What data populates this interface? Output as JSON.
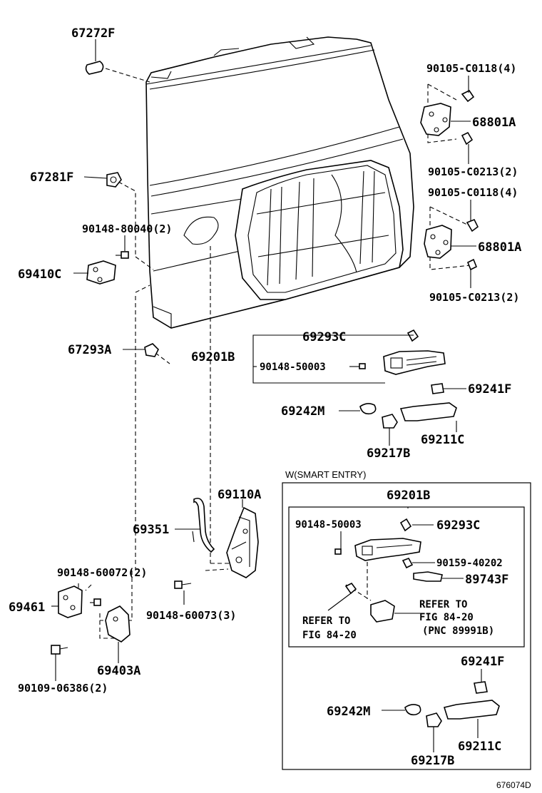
{
  "labels": {
    "p67272F": "67272F",
    "p67281F": "67281F",
    "p90148_80040": "90148-80040(2)",
    "p69410C": "69410C",
    "p67293A": "67293A",
    "p90105_C0118_a": "90105-C0118(4)",
    "p68801A_a": "68801A",
    "p90105_C0213_a": "90105-C0213(2)",
    "p90105_C0118_b": "90105-C0118(4)",
    "p68801A_b": "68801A",
    "p90105_C0213_b": "90105-C0213(2)",
    "p69293C": "69293C",
    "p69201B": "69201B",
    "p90148_50003": "90148-50003",
    "p69241F": "69241F",
    "p69242M": "69242M",
    "p69211C": "69211C",
    "p69217B": "69217B",
    "p69110A": "69110A",
    "p69351": "69351",
    "p90148_60072": "90148-60072(2)",
    "p69461": "69461",
    "p90148_60073": "90148-60073(3)",
    "p69403A": "69403A",
    "p90109_06386": "90109-06386(2)"
  },
  "smart_entry": {
    "header": "W(SMART ENTRY)",
    "p69201B": "69201B",
    "p90148_50003": "90148-50003",
    "p69293C": "69293C",
    "p90159_40202": "90159-40202",
    "p89743F": "89743F",
    "refer_left_1": "REFER TO",
    "refer_left_2": "FIG 84-20",
    "refer_right_1": "REFER TO",
    "refer_right_2": "FIG 84-20",
    "refer_right_3": "(PNC 89991B)",
    "p69241F": "69241F",
    "p69242M": "69242M",
    "p69211C": "69211C",
    "p69217B": "69217B"
  },
  "figure_id": "676074D"
}
